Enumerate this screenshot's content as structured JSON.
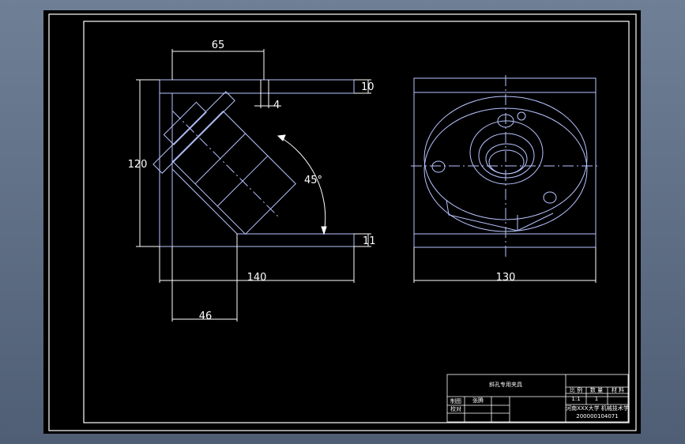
{
  "drawing": {
    "dimensions": {
      "d65": "65",
      "d10": "10",
      "d4": "4",
      "d120": "120",
      "d45": "45°",
      "d11": "11",
      "d140": "140",
      "d46": "46",
      "d130": "130"
    },
    "title_block": {
      "part_name": "斜孔专用夹具",
      "drafter_label": "制图",
      "drafter_name": "张腾",
      "checker_label": "校对",
      "hdr1": "比 例",
      "hdr2": "数 量",
      "hdr3": "材 料",
      "scale_value": "1:1",
      "count_value": "1",
      "school": "河南XXX大学 机械技术学",
      "student_id": "200000104071"
    },
    "colors": {
      "geometry": "#b8c4ff",
      "dims": "#ffffff",
      "background": "#000000"
    }
  }
}
